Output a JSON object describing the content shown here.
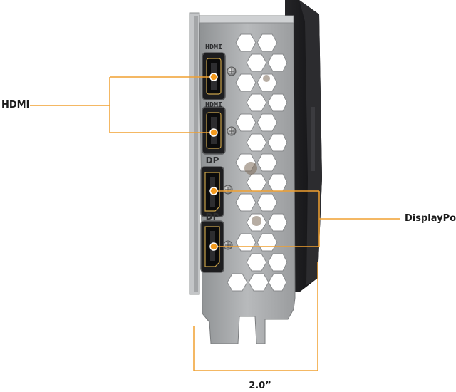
{
  "callouts": {
    "hdmi": "HDMI",
    "displayport": "DisplayPort",
    "width": "2.0”"
  },
  "port_labels": {
    "hdmi_top": "HDMI",
    "hdmi_bottom": "HDMI",
    "dp_top": "DP",
    "dp_bottom": "DP"
  },
  "icons": {
    "screw": "screw-icon"
  },
  "colors": {
    "leader_line": "#f0a030",
    "port_marker": "#f39a1e",
    "bracket_metal": "#a9abad",
    "shroud": "#1c1c1e",
    "label_text": "#1a1a1a"
  }
}
